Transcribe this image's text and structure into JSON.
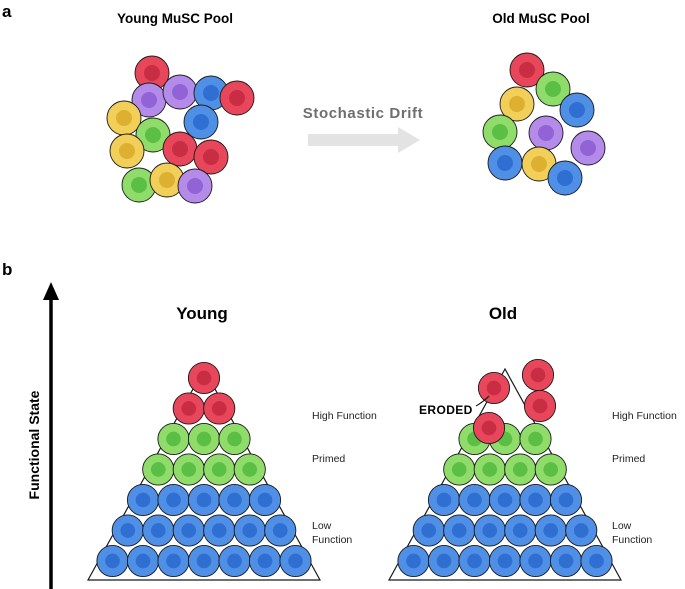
{
  "panel_a": {
    "letter": "a",
    "young_pool_title": "Young MuSC Pool",
    "old_pool_title": "Old MuSC Pool",
    "drift_label": "Stochastic Drift",
    "young_cells": [
      "red",
      "purple",
      "purple",
      "blue",
      "red",
      "yellow",
      "green",
      "blue",
      "yellow",
      "red",
      "red",
      "green",
      "yellow",
      "purple"
    ],
    "old_cells": [
      "red",
      "green",
      "yellow",
      "blue",
      "green",
      "purple",
      "purple",
      "blue",
      "yellow",
      "blue"
    ]
  },
  "panel_b": {
    "letter": "b",
    "axis_label": "Functional State",
    "young_title": "Young",
    "old_title": "Old",
    "young_tiers": {
      "high": "High Function",
      "primed": "Primed",
      "low": [
        "Low",
        "Function"
      ]
    },
    "old_tiers": {
      "high": "High Function",
      "primed": "Primed",
      "low": [
        "Low",
        "Function"
      ]
    },
    "eroded_label": "ERODED",
    "young_rows": [
      {
        "color": "red",
        "count": 1
      },
      {
        "color": "red",
        "count": 2
      },
      {
        "color": "green",
        "count": 3
      },
      {
        "color": "green",
        "count": 4
      },
      {
        "color": "blue",
        "count": 5
      },
      {
        "color": "blue",
        "count": 6
      },
      {
        "color": "blue",
        "count": 7
      }
    ],
    "old_rows": [
      {
        "color": "green",
        "count": 3
      },
      {
        "color": "green",
        "count": 4
      },
      {
        "color": "blue",
        "count": 5
      },
      {
        "color": "blue",
        "count": 6
      },
      {
        "color": "blue",
        "count": 7
      }
    ],
    "old_inside_red_count": 1,
    "old_escaped_red_count": 3
  },
  "colors": {
    "red": {
      "outer": "#e8465a",
      "inner": "#c92d44"
    },
    "purple": {
      "outer": "#b48be8",
      "inner": "#9263d6"
    },
    "blue": {
      "outer": "#4f8fe6",
      "inner": "#2f6fd1"
    },
    "green": {
      "outer": "#8fdc6a",
      "inner": "#5cbf45"
    },
    "yellow": {
      "outer": "#f1cf58",
      "inner": "#deb031"
    },
    "arrow": "#e3e3e3",
    "drift_text": "#6e6e6e"
  }
}
